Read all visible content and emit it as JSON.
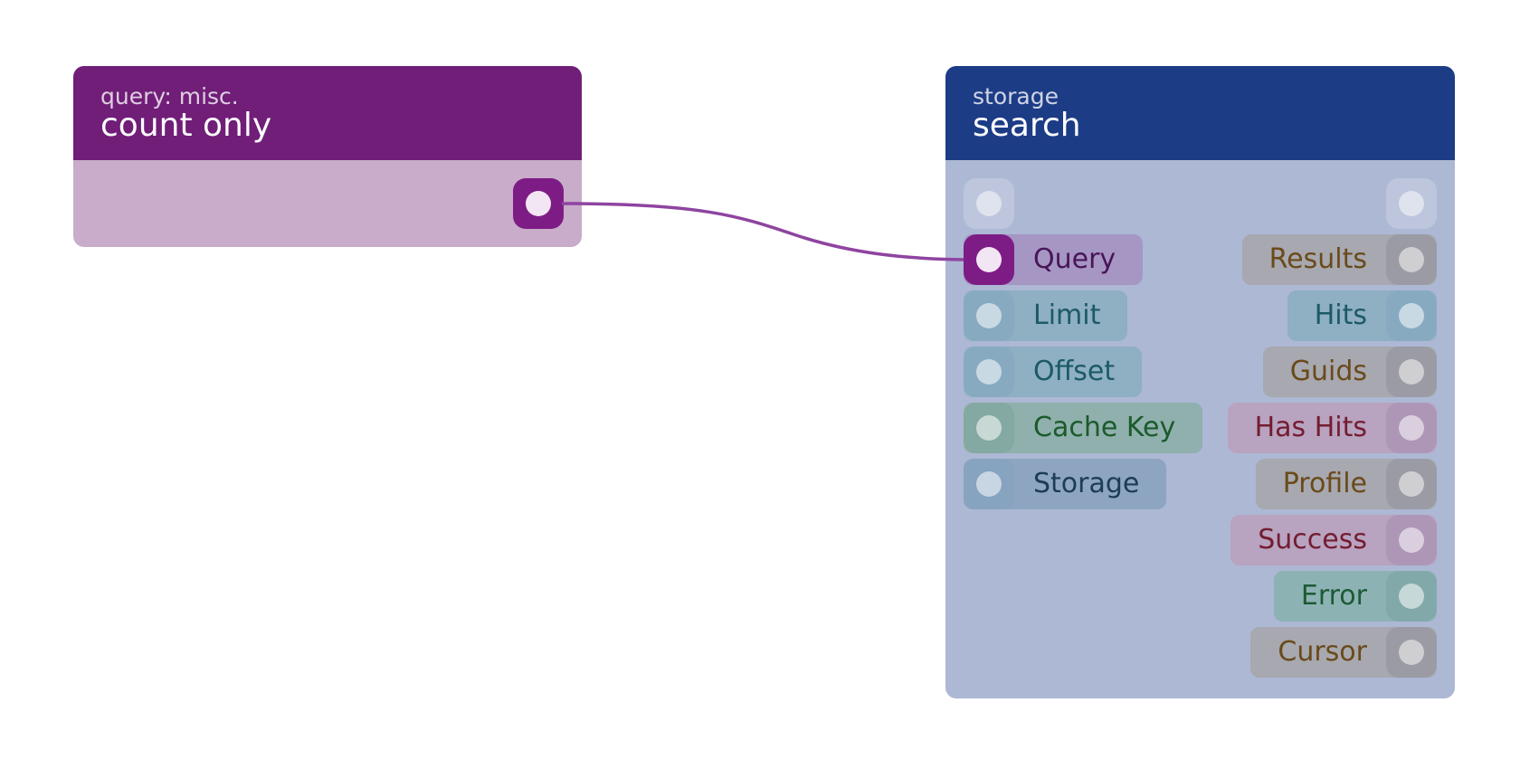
{
  "nodes": {
    "count_only": {
      "category": "query: misc.",
      "title": "count only"
    },
    "search": {
      "category": "storage",
      "title": "search",
      "inputs": [
        "Query",
        "Limit",
        "Offset",
        "Cache Key",
        "Storage"
      ],
      "outputs": [
        "Results",
        "Hits",
        "Guids",
        "Has Hits",
        "Profile",
        "Success",
        "Error",
        "Cursor"
      ]
    }
  },
  "colors": {
    "count_header": "#701e78",
    "count_body": "#c8acca",
    "search_header": "#1d3c86",
    "search_body": "#adb8d4",
    "wire": "#8e44a0"
  },
  "connections": [
    {
      "from": "count only output",
      "to": "search Query"
    }
  ]
}
